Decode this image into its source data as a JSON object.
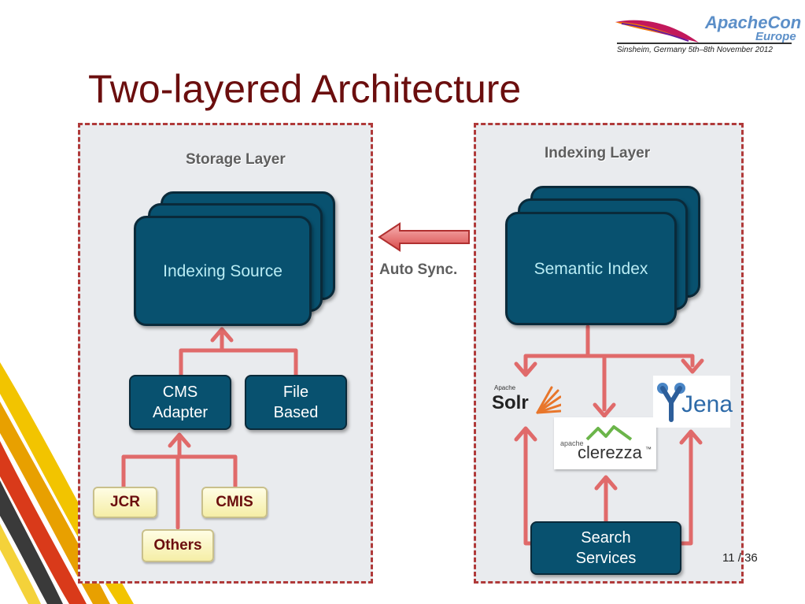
{
  "slide": {
    "title": "Two-layered Architecture",
    "page_current": "11",
    "page_total": "36",
    "page_sep": "/"
  },
  "badge": {
    "brand": "ApacheCon",
    "region": "Europe",
    "event_line": "Sinsheim, Germany 5th–8th November 2012"
  },
  "storage_layer": {
    "title": "Storage Layer",
    "source_label": "Indexing Source",
    "adapters": [
      {
        "label_line1": "CMS",
        "label_line2": "Adapter"
      },
      {
        "label_line1": "File",
        "label_line2": "Based"
      }
    ],
    "inputs": [
      "JCR",
      "CMIS",
      "Others"
    ]
  },
  "sync": {
    "label": "Auto Sync."
  },
  "indexing_layer": {
    "title": "Indexing Layer",
    "index_label": "Semantic Index",
    "services_line1": "Search",
    "services_line2": "Services",
    "logos": {
      "solr_prefix": "Apache",
      "solr": "Solr",
      "clerezza_prefix": "apache",
      "clerezza": "clerezza",
      "clerezza_tm": "™",
      "jena": "Jena"
    }
  },
  "colors": {
    "title": "#6b0e0e",
    "card": "#08516f",
    "connector": "#e06a6a",
    "dashed_border": "#b03a3a",
    "layer_bg": "#e9ebee"
  }
}
